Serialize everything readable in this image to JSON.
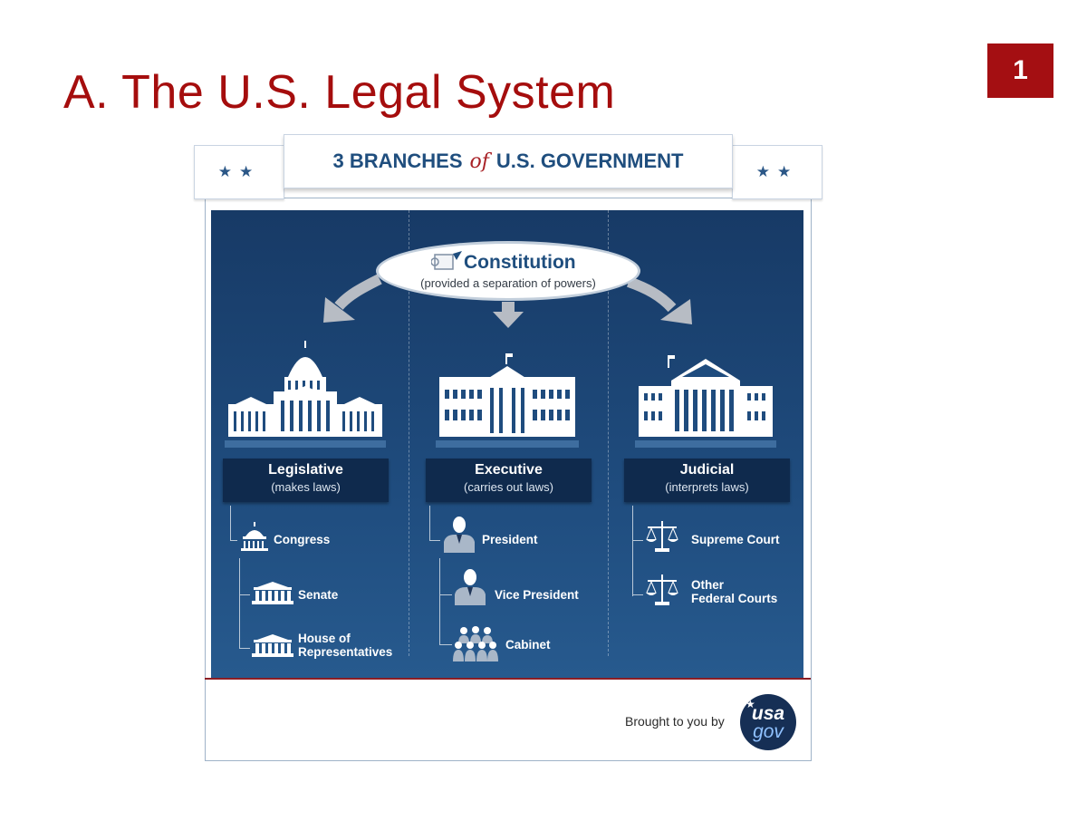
{
  "slide": {
    "title": "A. The U.S. Legal System",
    "page_number": "1"
  },
  "banner": {
    "part1": "3 BRANCHES",
    "part2": "of",
    "part3": "U.S. GOVERNMENT",
    "stars": "★★"
  },
  "constitution": {
    "title": "Constitution",
    "subtitle": "(provided a separation of powers)"
  },
  "branches": [
    {
      "name": "Legislative",
      "role": "(makes laws)",
      "items": [
        "Congress",
        "Senate",
        "House of\nRepresentatives"
      ]
    },
    {
      "name": "Executive",
      "role": "(carries out laws)",
      "items": [
        "President",
        "Vice President",
        "Cabinet"
      ]
    },
    {
      "name": "Judicial",
      "role": "(interprets laws)",
      "items": [
        "Supreme Court",
        "Other\nFederal Courts"
      ]
    }
  ],
  "footer": {
    "credit": "Brought to you by",
    "logo_top": "usa",
    "logo_bottom": "gov"
  },
  "colors": {
    "title_red": "#a50d0d",
    "badge_red": "#a40f12",
    "navy": "#1f4e7e",
    "panel_blue": "#1f4c7e",
    "branch_box": "#0f2a4d"
  },
  "icons": [
    "star-icon",
    "scroll-icon",
    "capitol-icon",
    "white-house-icon",
    "supreme-court-icon",
    "dome-icon",
    "column-building-icon",
    "person-icon",
    "group-icon",
    "scales-icon"
  ]
}
